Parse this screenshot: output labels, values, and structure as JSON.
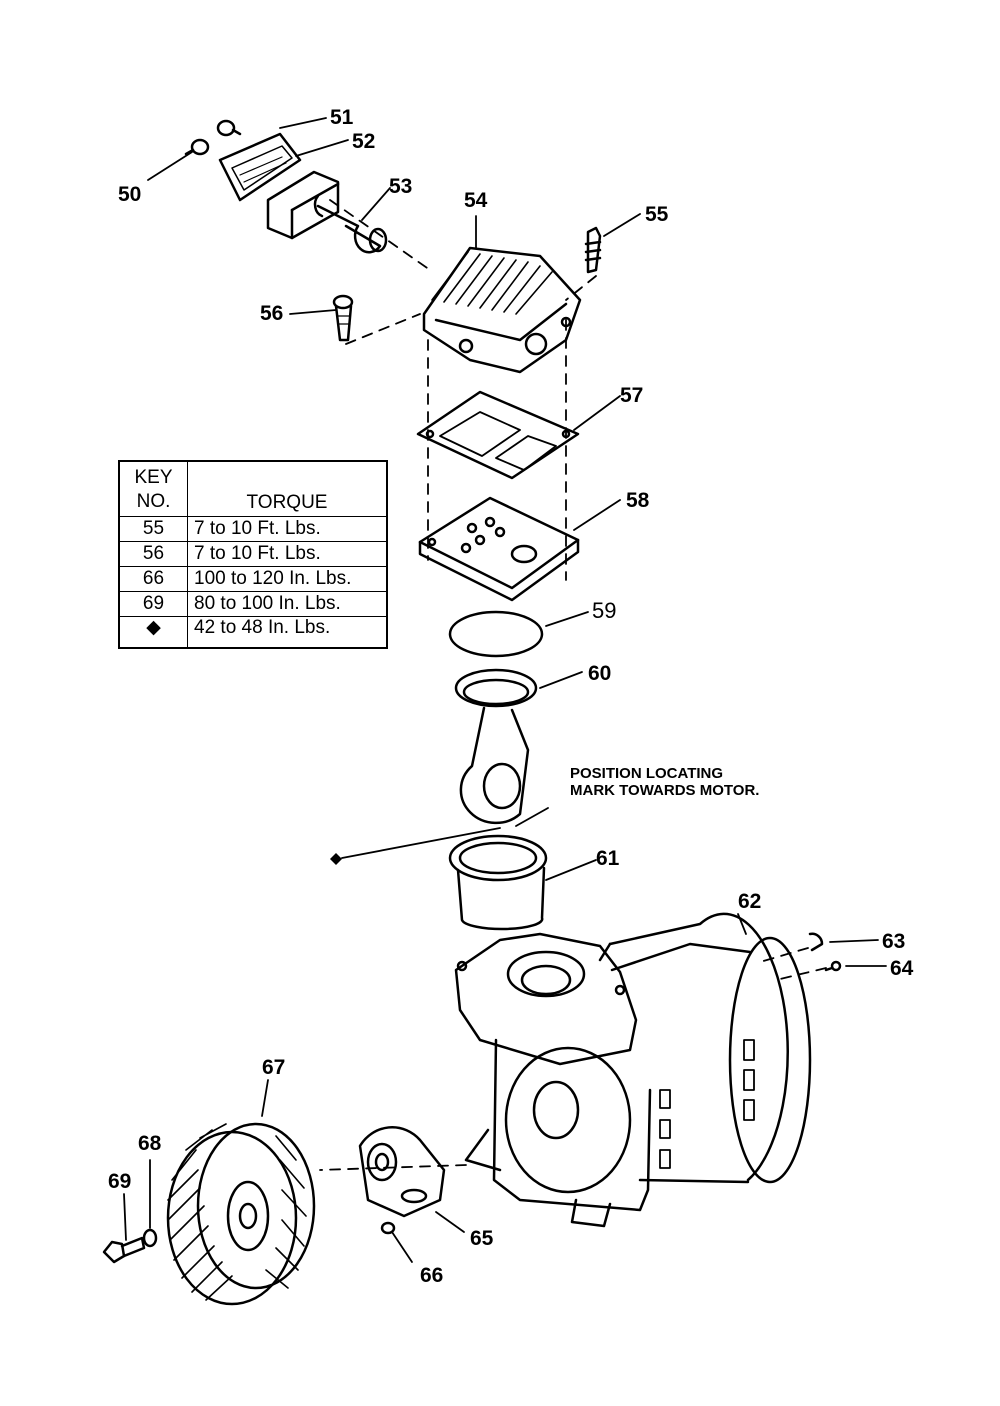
{
  "callouts": [
    "50",
    "51",
    "52",
    "53",
    "54",
    "55",
    "56",
    "57",
    "58",
    "59",
    "60",
    "61",
    "62",
    "63",
    "64",
    "65",
    "66",
    "67",
    "68",
    "69"
  ],
  "note": {
    "line1": "POSITION LOCATING",
    "line2": "MARK TOWARDS MOTOR."
  },
  "table": {
    "header_key_line1": "KEY",
    "header_key_line2": "NO.",
    "header_torque": "TORQUE",
    "rows": [
      {
        "key": "55",
        "torque": "7 to 10 Ft. Lbs."
      },
      {
        "key": "56",
        "torque": "7 to 10 Ft. Lbs."
      },
      {
        "key": "66",
        "torque": "100 to 120 In. Lbs."
      },
      {
        "key": "69",
        "torque": "80 to 100 In. Lbs."
      },
      {
        "key": "◆",
        "torque": "42 to 48 In. Lbs."
      }
    ]
  },
  "diamond_marker": "◆"
}
